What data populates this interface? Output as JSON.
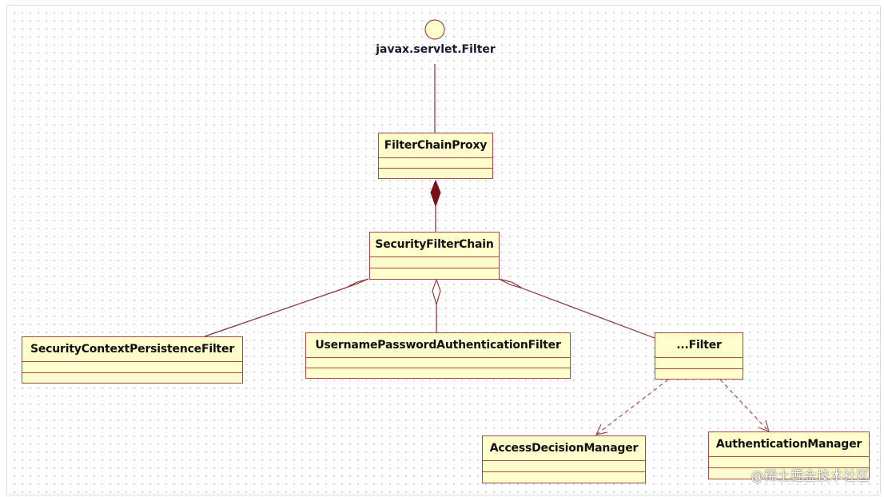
{
  "diagram": {
    "interface": {
      "label": "javax.servlet.Filter"
    },
    "classes": {
      "filter_chain_proxy": "FilterChainProxy",
      "security_filter_chain": "SecurityFilterChain",
      "security_context_persistence_filter": "SecurityContextPersistenceFilter",
      "username_password_authentication_filter": "UsernamePasswordAuthenticationFilter",
      "other_filter": "...Filter",
      "access_decision_manager": "AccessDecisionManager",
      "authentication_manager": "AuthenticationManager"
    }
  },
  "colors": {
    "class_fill": "#ffffcb",
    "class_border": "#a44a4a",
    "line": "#8b2a2a",
    "composition_diamond": "#7a0f1a"
  },
  "watermark": "@稀土掘金技术社区"
}
